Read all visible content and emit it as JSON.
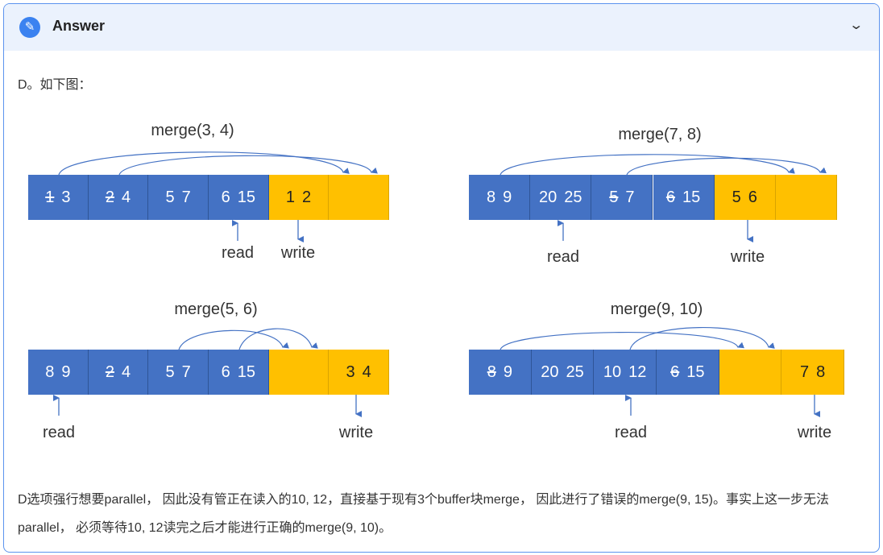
{
  "header": {
    "title": "Answer",
    "icon": "pencil-icon",
    "collapse_icon": "chevron-down-icon"
  },
  "intro": "D。如下图：",
  "colors": {
    "blue_block": "#4472c4",
    "yellow_block": "#ffc000",
    "arrow": "#4472c4",
    "border": "#5b93ee"
  },
  "diagrams": [
    {
      "title": "merge(3, 4)",
      "read": "read",
      "write": "write",
      "blocks": [
        {
          "color": "blue",
          "nums": [
            {
              "v": "1",
              "struck": true
            },
            {
              "v": "3",
              "struck": false
            }
          ]
        },
        {
          "color": "blue",
          "nums": [
            {
              "v": "2",
              "struck": true
            },
            {
              "v": "4",
              "struck": false
            }
          ]
        },
        {
          "color": "blue",
          "nums": [
            {
              "v": "5",
              "struck": false
            },
            {
              "v": "7",
              "struck": false
            }
          ]
        },
        {
          "color": "blue",
          "nums": [
            {
              "v": "6",
              "struck": false
            },
            {
              "v": "15",
              "struck": false
            }
          ]
        },
        {
          "color": "yellow",
          "nums": [
            {
              "v": "1",
              "struck": false
            },
            {
              "v": "2",
              "struck": false
            }
          ]
        },
        {
          "color": "yellow",
          "nums": []
        }
      ]
    },
    {
      "title": "merge(7, 8)",
      "read": "read",
      "write": "write",
      "blocks": [
        {
          "color": "blue",
          "nums": [
            {
              "v": "8",
              "struck": false
            },
            {
              "v": "9",
              "struck": false
            }
          ]
        },
        {
          "color": "blue",
          "nums": [
            {
              "v": "20",
              "struck": false
            },
            {
              "v": "25",
              "struck": false
            }
          ]
        },
        {
          "color": "blue",
          "nums": [
            {
              "v": "5",
              "struck": true
            },
            {
              "v": "7",
              "struck": false
            }
          ]
        },
        {
          "color": "blue",
          "nums": [
            {
              "v": "6",
              "struck": true
            },
            {
              "v": "15",
              "struck": false
            }
          ]
        },
        {
          "color": "yellow",
          "nums": [
            {
              "v": "5",
              "struck": false
            },
            {
              "v": "6",
              "struck": false
            }
          ]
        },
        {
          "color": "yellow",
          "nums": []
        }
      ]
    },
    {
      "title": "merge(5, 6)",
      "read": "read",
      "write": "write",
      "blocks": [
        {
          "color": "blue",
          "nums": [
            {
              "v": "8",
              "struck": false
            },
            {
              "v": "9",
              "struck": false
            }
          ]
        },
        {
          "color": "blue",
          "nums": [
            {
              "v": "2",
              "struck": true
            },
            {
              "v": "4",
              "struck": false
            }
          ]
        },
        {
          "color": "blue",
          "nums": [
            {
              "v": "5",
              "struck": false
            },
            {
              "v": "7",
              "struck": false
            }
          ]
        },
        {
          "color": "blue",
          "nums": [
            {
              "v": "6",
              "struck": false
            },
            {
              "v": "15",
              "struck": false
            }
          ]
        },
        {
          "color": "yellow",
          "nums": []
        },
        {
          "color": "yellow",
          "nums": [
            {
              "v": "3",
              "struck": false
            },
            {
              "v": "4",
              "struck": false
            }
          ]
        }
      ]
    },
    {
      "title": "merge(9, 10)",
      "read": "read",
      "write": "write",
      "blocks": [
        {
          "color": "blue",
          "nums": [
            {
              "v": "8",
              "struck": true
            },
            {
              "v": "9",
              "struck": false
            }
          ]
        },
        {
          "color": "blue",
          "nums": [
            {
              "v": "20",
              "struck": false
            },
            {
              "v": "25",
              "struck": false
            }
          ]
        },
        {
          "color": "blue",
          "nums": [
            {
              "v": "10",
              "struck": false
            },
            {
              "v": "12",
              "struck": false
            }
          ]
        },
        {
          "color": "blue",
          "nums": [
            {
              "v": "6",
              "struck": true
            },
            {
              "v": "15",
              "struck": false
            }
          ]
        },
        {
          "color": "yellow",
          "nums": []
        },
        {
          "color": "yellow",
          "nums": [
            {
              "v": "7",
              "struck": false
            },
            {
              "v": "8",
              "struck": false
            }
          ]
        }
      ]
    }
  ],
  "explanation": "D选项强行想要parallel， 因此没有管正在读入的10, 12，直接基于现有3个buffer块merge， 因此进行了错误的merge(9, 15)。事实上这一步无法parallel， 必须等待10, 12读完之后才能进行正确的merge(9, 10)。"
}
